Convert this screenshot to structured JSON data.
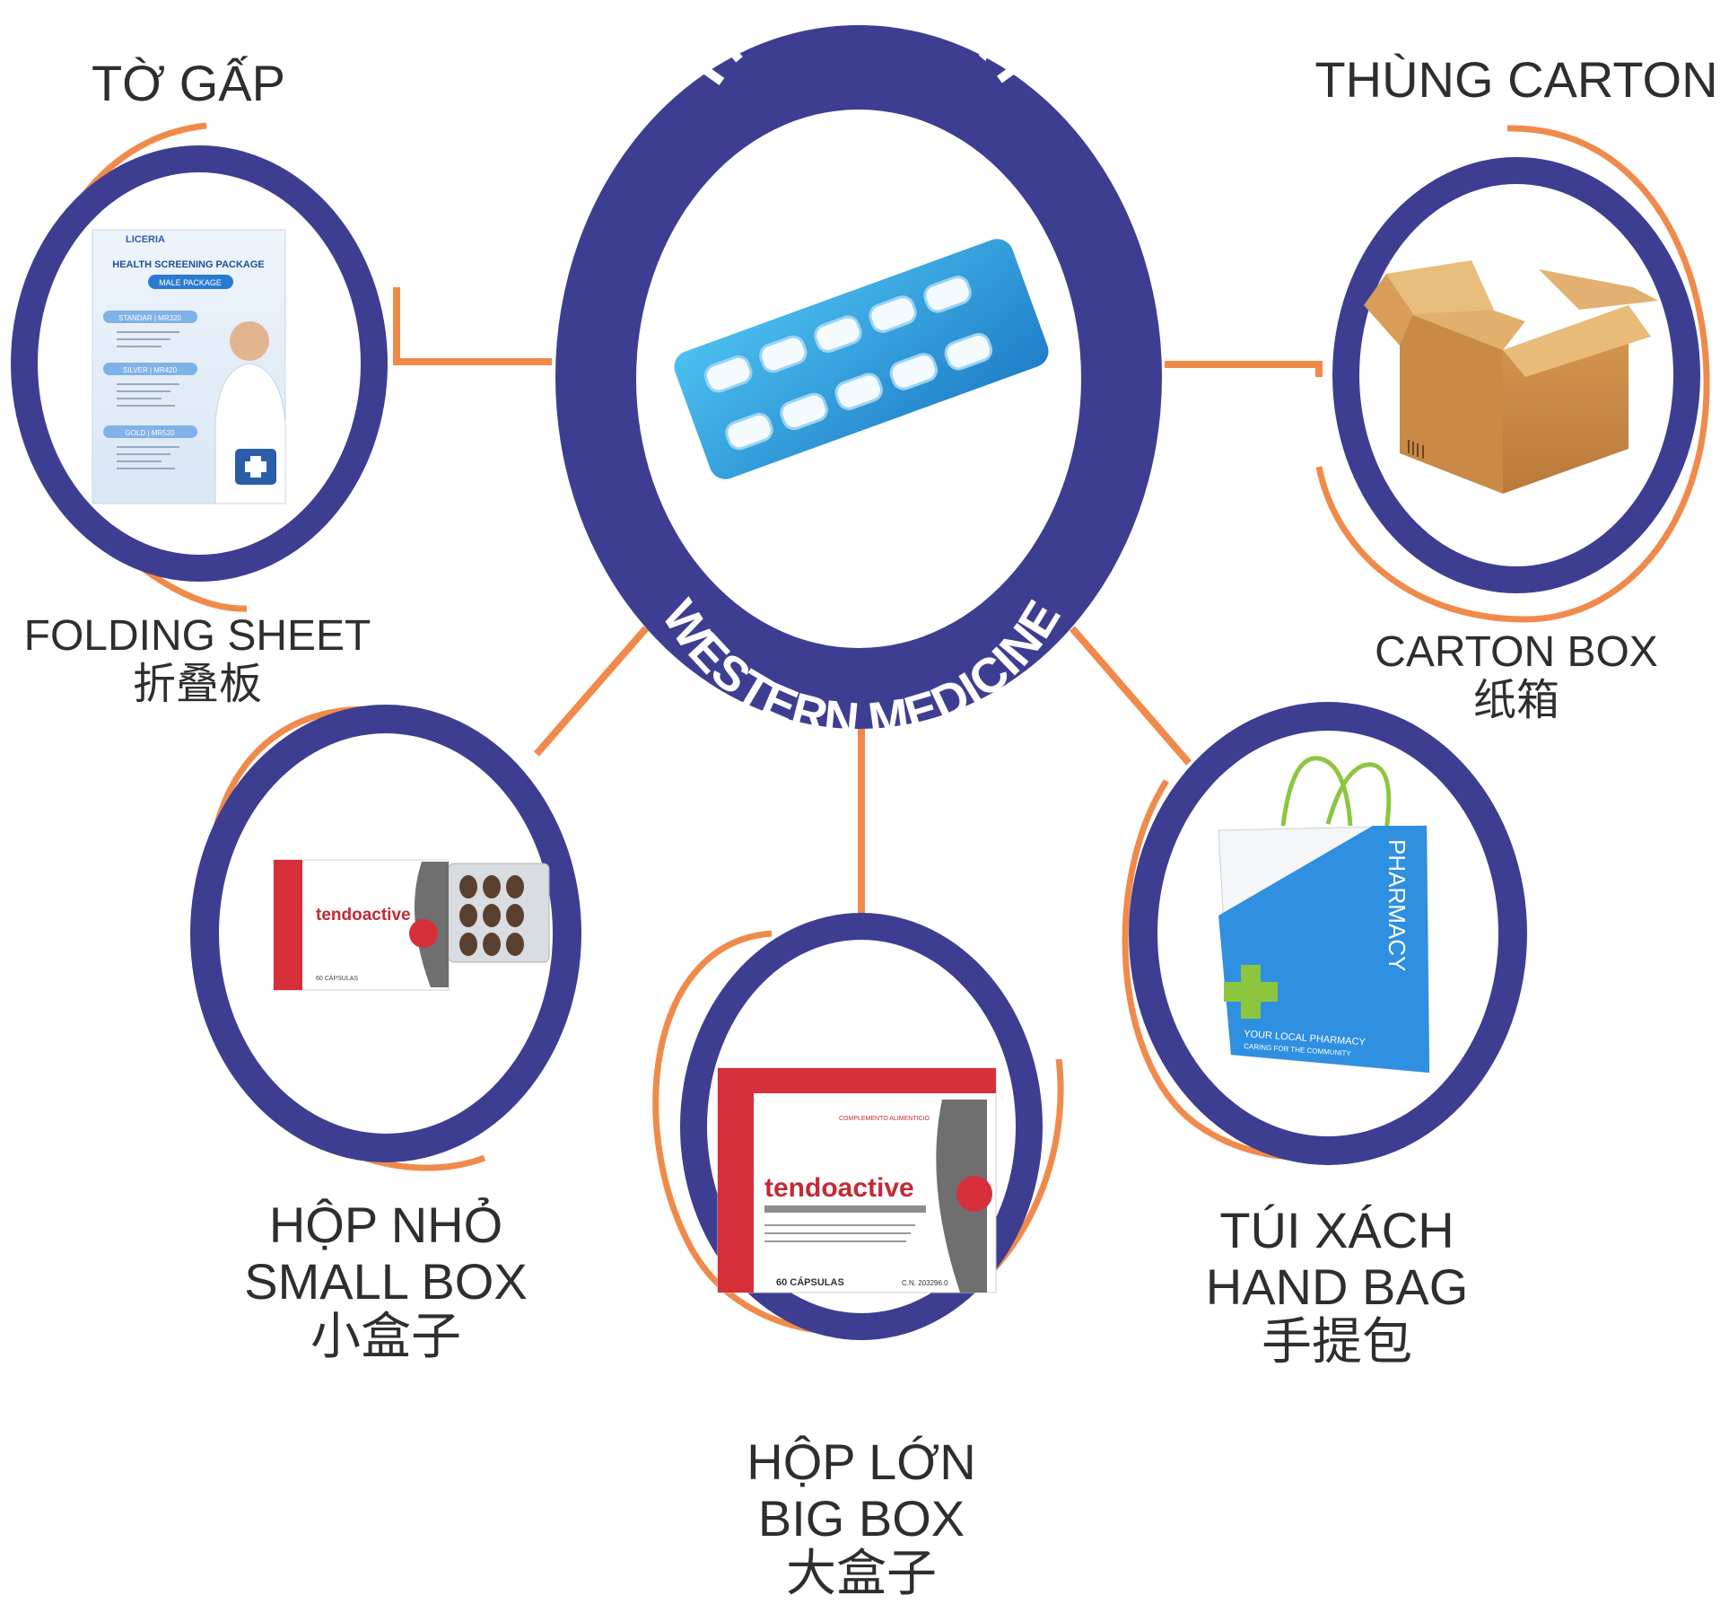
{
  "center": {
    "title_top": "THUỐC TÂY",
    "title_bottom": "WESTERN MEDICINE"
  },
  "nodes": {
    "folding_sheet": {
      "title_vi": "TỜ GẤP",
      "title_en": "FOLDING SHEET",
      "title_zh": "折叠板",
      "leaflet": {
        "brand": "LICERIA",
        "heading": "HEALTH SCREENING PACKAGE",
        "sub": "MALE PACKAGE",
        "tier1": "STANDAR | MR320",
        "tier2": "SILVER | MR420",
        "tier3": "GOLD | MR520"
      }
    },
    "carton_box": {
      "title_vi": "THÙNG CARTON",
      "title_en": "CARTON BOX",
      "title_zh": "纸箱"
    },
    "small_box": {
      "title_vi": "HỘP NHỎ",
      "title_en": "SMALL BOX",
      "title_zh": "小盒子",
      "product": "tendoactive",
      "count": "60 CÁPSULAS"
    },
    "big_box": {
      "title_vi": "HỘP LỚN",
      "title_en": "BIG BOX",
      "title_zh": "大盒子",
      "product": "tendoactive",
      "count": "60 CÁPSULAS",
      "tag": "COMPLEMENTO ALIMENTICIO",
      "code": "C.N. 203296.0"
    },
    "hand_bag": {
      "title_vi": "TÚI XÁCH",
      "title_en": "HAND BAG",
      "title_zh": "手提包",
      "bag_text": "PHARMACY",
      "bag_line1": "YOUR LOCAL PHARMACY",
      "bag_line2": "CARING FOR THE COMMUNITY"
    }
  },
  "colors": {
    "ring": "#3d3e92",
    "orange": "#f08a4b",
    "blister": "#2a9fe0",
    "carton": "#d9a25a",
    "red": "#d62f3a"
  }
}
